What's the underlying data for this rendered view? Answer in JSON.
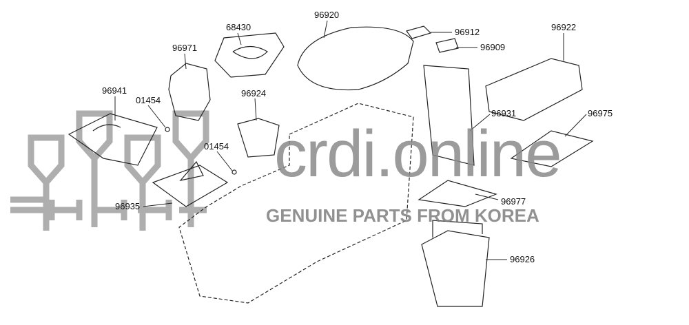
{
  "diagram": {
    "part_labels": [
      {
        "id": "68430",
        "text": "68430"
      },
      {
        "id": "96971",
        "text": "96971"
      },
      {
        "id": "96941",
        "text": "96941"
      },
      {
        "id": "01454a",
        "text": "01454"
      },
      {
        "id": "96924",
        "text": "96924"
      },
      {
        "id": "01454b",
        "text": "01454"
      },
      {
        "id": "96935",
        "text": "96935"
      },
      {
        "id": "96920",
        "text": "96920"
      },
      {
        "id": "96912",
        "text": "96912"
      },
      {
        "id": "96909",
        "text": "96909"
      },
      {
        "id": "96922",
        "text": "96922"
      },
      {
        "id": "96931",
        "text": "96931"
      },
      {
        "id": "96975",
        "text": "96975"
      },
      {
        "id": "96977",
        "text": "96977"
      },
      {
        "id": "96926",
        "text": "96926"
      }
    ]
  },
  "watermark": {
    "brand": "crdi.online",
    "tagline": "GENUINE PARTS FROM KOREA",
    "color": "#8a8a8a"
  }
}
